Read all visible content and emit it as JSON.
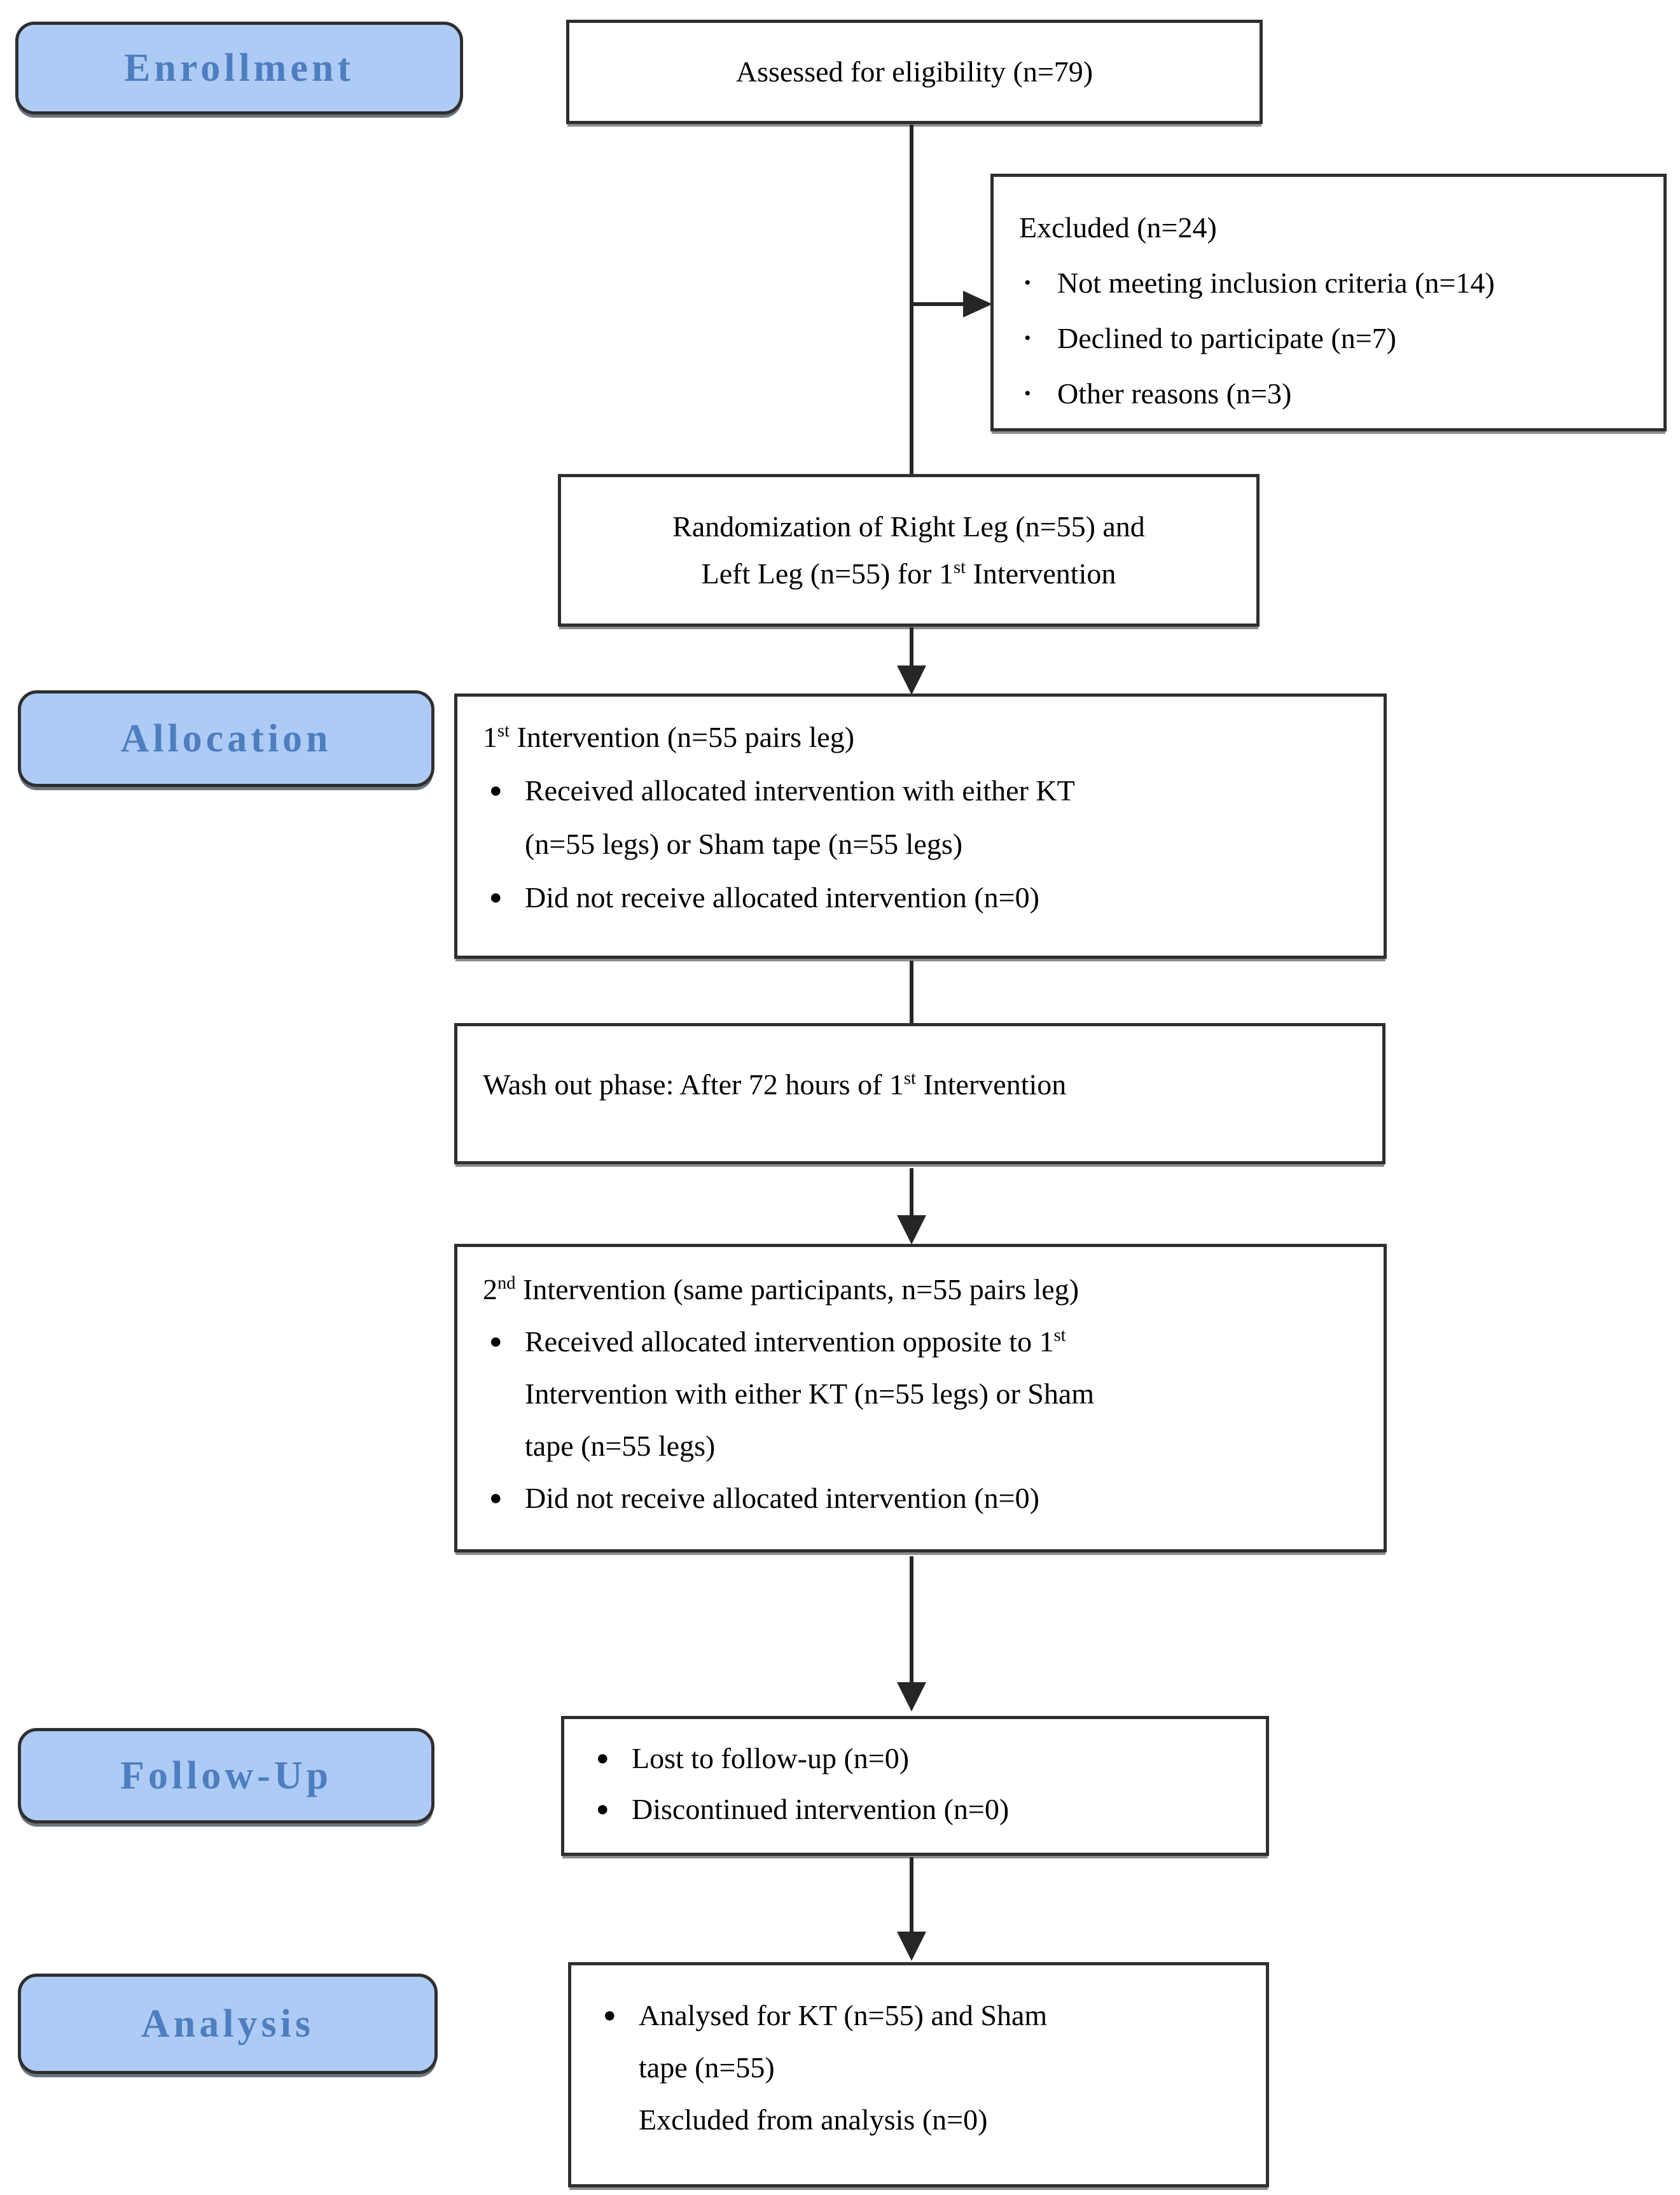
{
  "stages": [
    {
      "label": "Enrollment"
    },
    {
      "label": "Allocation"
    },
    {
      "label": "Follow-Up"
    },
    {
      "label": "Analysis"
    }
  ],
  "glyphs": {
    "bullet": "●",
    "bullet_small": "•"
  },
  "boxes": {
    "assessed": {
      "text": "Assessed for eligibility (n=79)"
    },
    "excluded": {
      "title": "Excluded (n=24)",
      "items": [
        "Not meeting inclusion criteria (n=14)",
        "Declined to participate (n=7)",
        "Other reasons (n=3)"
      ]
    },
    "randomization": {
      "line1": "Randomization of Right Leg (n=55) and",
      "line2_pre": "Left Leg (n=55) for 1",
      "line2_sup": "st",
      "line2_post": " Intervention"
    },
    "intervention1": {
      "title_pre": "1",
      "title_sup": "st",
      "title_post": " Intervention (n=55 pairs leg)",
      "bullet1_line1": "Received allocated intervention with either KT",
      "bullet1_line2": "(n=55 legs) or Sham tape (n=55 legs)",
      "bullet2": "Did not receive allocated intervention (n=0)"
    },
    "washout": {
      "pre": "Wash out phase: After 72 hours of 1",
      "sup": "st",
      "post": " Intervention"
    },
    "intervention2": {
      "title_pre": "2",
      "title_sup": "nd",
      "title_post": " Intervention (same participants, n=55 pairs leg)",
      "bullet1_line1_pre": "Received allocated intervention opposite to 1",
      "bullet1_line1_sup": "st",
      "bullet1_line2": "Intervention with either KT (n=55 legs) or Sham",
      "bullet1_line3": "tape (n=55 legs)",
      "bullet2": "Did not receive allocated intervention (n=0)"
    },
    "followup": {
      "bullet1": "Lost to follow-up (n=0)",
      "bullet2": "Discontinued intervention (n=0)"
    },
    "analysis": {
      "bullet1_line1": "Analysed for KT (n=55) and Sham",
      "bullet1_line2": "tape (n=55)",
      "line3": "Excluded from analysis (n=0)"
    }
  },
  "numbers": {
    "assessed_for_eligibility": 79,
    "excluded_total": 24,
    "not_meeting_inclusion_criteria": 14,
    "declined_to_participate": 7,
    "other_reasons": 3,
    "randomized_right_leg": 55,
    "randomized_left_leg": 55,
    "intervention1_pairs": 55,
    "kt_legs": 55,
    "sham_tape_legs": 55,
    "did_not_receive_allocated_intervention": 0,
    "washout_hours": 72,
    "intervention2_pairs": 55,
    "lost_to_followup": 0,
    "discontinued_intervention": 0,
    "analysed_kt": 55,
    "analysed_sham_tape": 55,
    "excluded_from_analysis": 0
  },
  "colors": {
    "background": "#ffffff",
    "label_fill": "#aecbf5",
    "label_text": "#4d7ec0",
    "label_border": "#2f2f2f",
    "box_border": "#2f2f2f",
    "connector": "#262626"
  }
}
